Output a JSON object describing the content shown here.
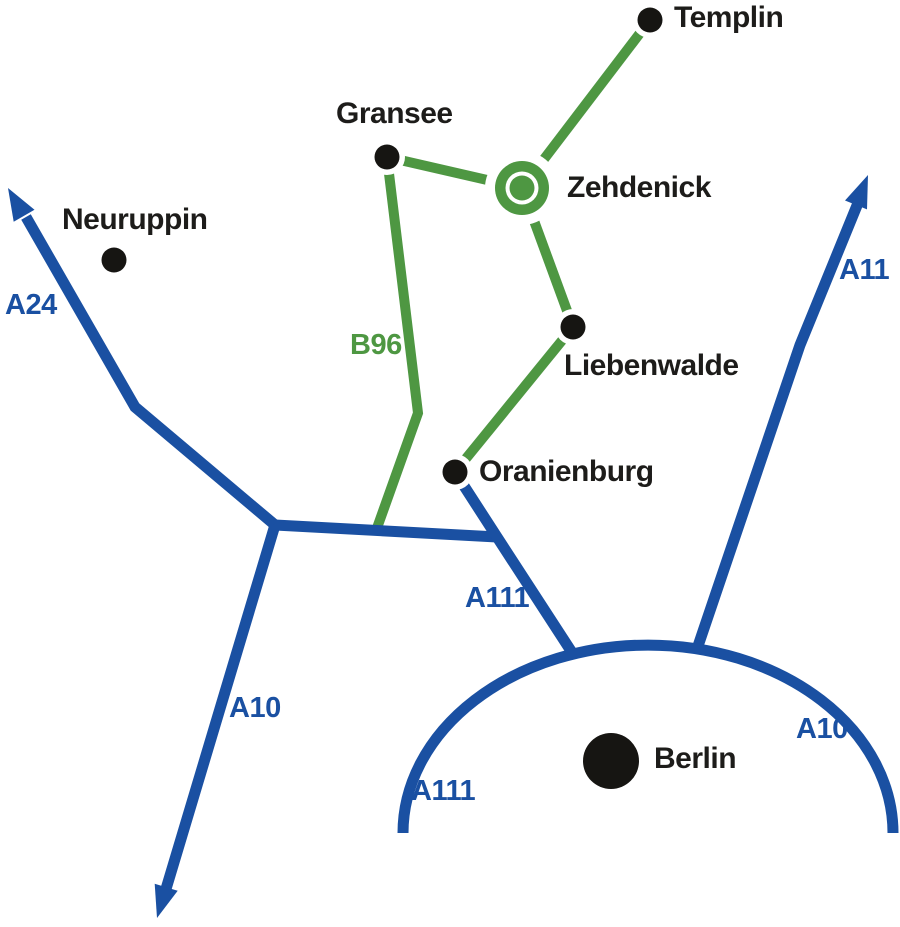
{
  "colors": {
    "motorway": "#1a50a2",
    "federal_road": "#4e9742",
    "city_text": "#1d1c1a",
    "node_fill": "#161512",
    "background": "#ffffff"
  },
  "cities": [
    {
      "name": "Templin",
      "marker": "dot"
    },
    {
      "name": "Gransee",
      "marker": "dot"
    },
    {
      "name": "Zehdenick",
      "marker": "highlighted-target"
    },
    {
      "name": "Neuruppin",
      "marker": "dot"
    },
    {
      "name": "Liebenwalde",
      "marker": "dot"
    },
    {
      "name": "Oranienburg",
      "marker": "dot"
    },
    {
      "name": "Berlin",
      "marker": "large-dot"
    }
  ],
  "road_labels": {
    "a24": "A24",
    "a11": "A11",
    "a10_south": "A10",
    "a10_ring": "A10",
    "a111_junction": "A111",
    "a111_ring": "A111",
    "b96": "B96"
  }
}
